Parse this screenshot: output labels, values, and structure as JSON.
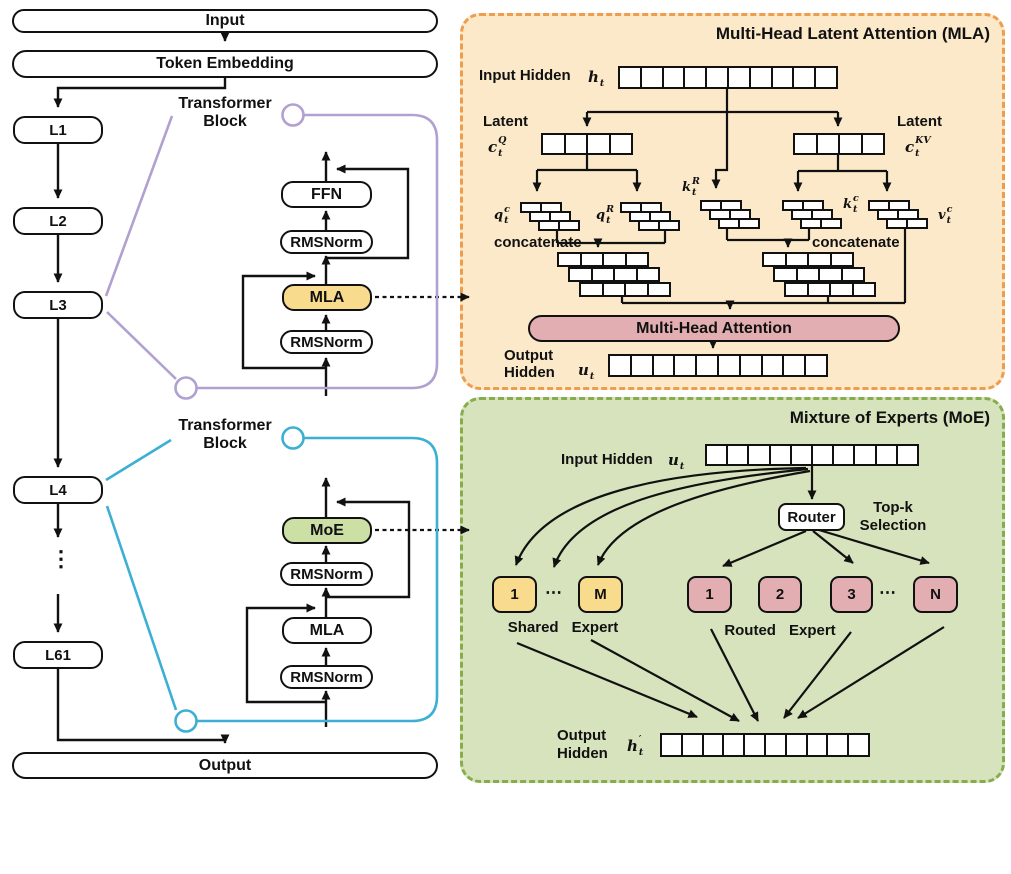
{
  "colors": {
    "ink": "#111111",
    "panel_mla_bg": "#FBE9C9",
    "panel_mla_border": "#EE9D4E",
    "panel_moe_bg": "#D7E3BD",
    "panel_moe_border": "#87AC4C",
    "yellow": "#F8DB8C",
    "pink": "#E2AEB1",
    "moe_green": "#CCDFA5",
    "purple": "#B1A0D0",
    "blue": "#3DAFD4"
  },
  "left": {
    "input": "Input",
    "token_embedding": "Token Embedding",
    "layers": {
      "l1": "L1",
      "l2": "L2",
      "l3": "L3",
      "l4": "L4",
      "l61": "L61"
    },
    "dots": "⋮",
    "output": "Output",
    "block1": {
      "label1": "Transformer",
      "label2": "Block",
      "ffn": "FFN",
      "rms_top": "RMSNorm",
      "mla": "MLA",
      "rms_bottom": "RMSNorm"
    },
    "block2": {
      "label1": "Transformer",
      "label2": "Block",
      "moe": "MoE",
      "rms_top": "RMSNorm",
      "mla": "MLA",
      "rms_bottom": "RMSNorm"
    }
  },
  "mla_panel": {
    "title": "Multi-Head Latent Attention (MLA)",
    "input_hidden_label": "Input Hidden",
    "h_t": {
      "base": "h",
      "sub": "t",
      "sup": ""
    },
    "latent_left": "Latent",
    "c_q": {
      "base": "c",
      "sub": "t",
      "sup": "Q"
    },
    "latent_right": "Latent",
    "c_kv": {
      "base": "c",
      "sub": "t",
      "sup": "KV"
    },
    "q_c": {
      "base": "q",
      "sub": "t",
      "sup": "c"
    },
    "q_r": {
      "base": "q",
      "sub": "t",
      "sup": "R"
    },
    "k_r": {
      "base": "k",
      "sub": "t",
      "sup": "R"
    },
    "k_c": {
      "base": "k",
      "sub": "t",
      "sup": "c"
    },
    "v_c": {
      "base": "v",
      "sub": "t",
      "sup": "c"
    },
    "concat_left": "concatenate",
    "concat_right": "concatenate",
    "mha": "Multi-Head Attention",
    "output_label1": "Output",
    "output_label2": "Hidden",
    "u_t": {
      "base": "u",
      "sub": "t",
      "sup": ""
    },
    "cells": {
      "input_row": 10,
      "latent_row": 4,
      "head_rows": 3,
      "head_cols": 2,
      "concat_rows": 3,
      "concat_cols": 4,
      "output_row": 10
    }
  },
  "moe_panel": {
    "title": "Mixture of Experts (MoE)",
    "input_hidden_label": "Input Hidden",
    "u_t": {
      "base": "u",
      "sub": "t",
      "sup": ""
    },
    "router": "Router",
    "topk1": "Top-k",
    "topk2": "Selection",
    "shared": {
      "first": "1",
      "dots": "⋯",
      "last": "M",
      "label1": "Shared",
      "label2": "Expert"
    },
    "routed": {
      "e1": "1",
      "e2": "2",
      "e3": "3",
      "dots": "⋯",
      "last": "N",
      "label1": "Routed",
      "label2": "Expert"
    },
    "output_label1": "Output",
    "output_label2": "Hidden",
    "h_t_prime": {
      "base": "h",
      "sub": "t",
      "sup": "′"
    },
    "cells": {
      "input_row": 10,
      "output_row": 10
    }
  }
}
